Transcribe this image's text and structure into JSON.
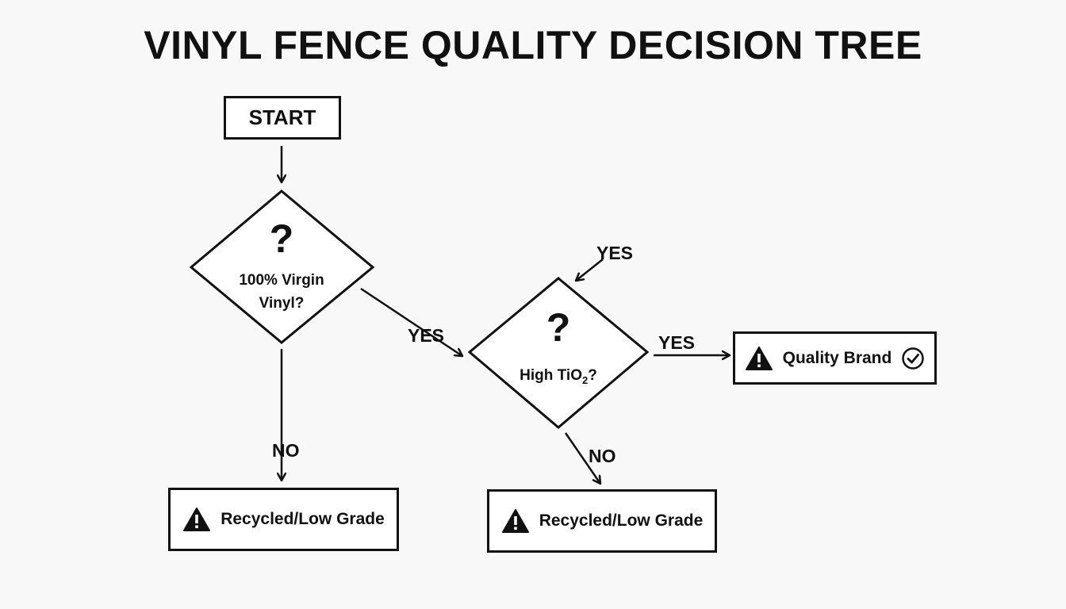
{
  "title": "VINYL FENCE QUALITY DECISION TREE",
  "nodes": {
    "start": "START",
    "q1": {
      "mark": "?",
      "line1": "100% Virgin",
      "line2": "Vinyl?"
    },
    "q2": {
      "mark": "?",
      "text_pre": "High TiO",
      "text_sub": "2",
      "text_post": "?"
    },
    "out_quality": "Quality Brand",
    "out_low_1": "Recycled/Low Grade",
    "out_low_2": "Recycled/Low Grade"
  },
  "edge_labels": {
    "q1_yes": "YES",
    "q1_no": "NO",
    "q2_yes_in": "YES",
    "q2_yes_out": "YES",
    "q2_no": "NO"
  },
  "icons": {
    "warning": "warning-triangle-icon",
    "check": "check-circle-icon"
  },
  "colors": {
    "ink": "#111111",
    "background": "#f8f8f8",
    "box_fill": "#ffffff"
  }
}
